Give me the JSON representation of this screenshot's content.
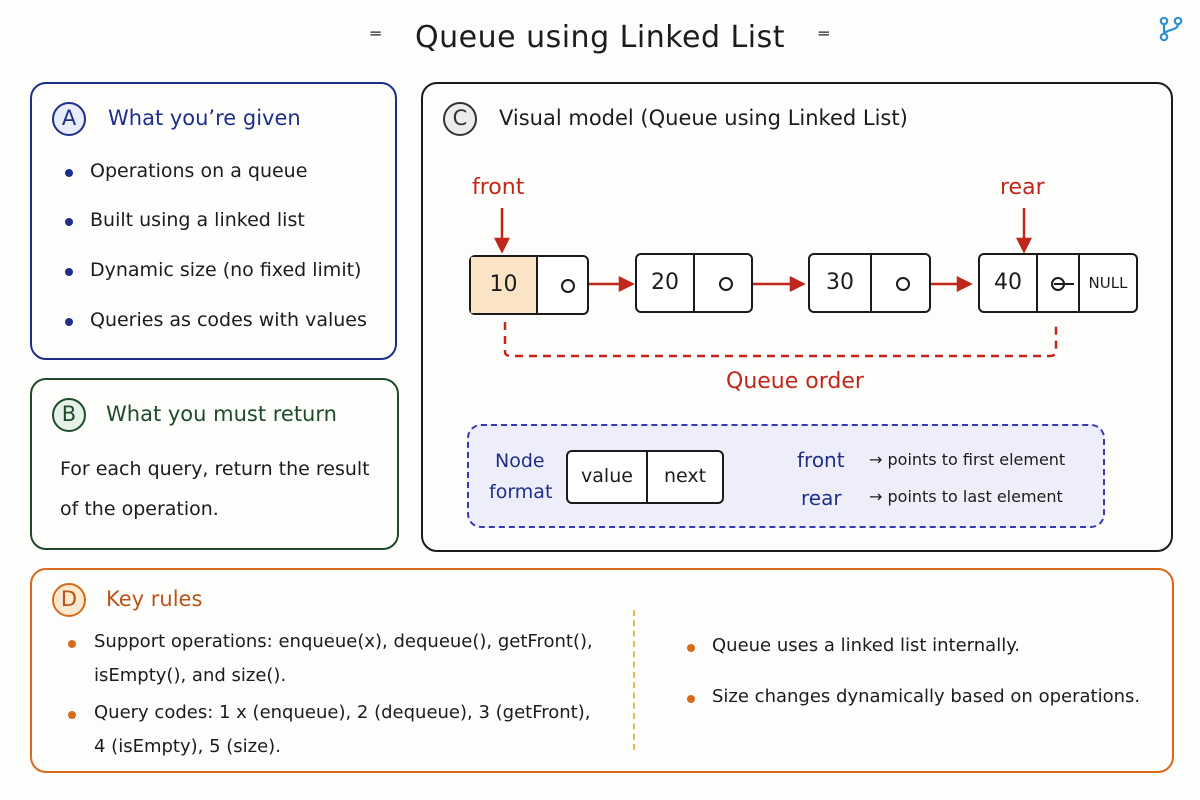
{
  "title": "Queue using Linked List",
  "colors": {
    "given": "#1e2f8a",
    "return": "#1e4a2a",
    "visual": "#1b1b1b",
    "rules": "#d86a1c",
    "accent_red": "#c0271b",
    "format_bg": "#eeeefb"
  },
  "icons": {
    "logo": "git-branch-icon"
  },
  "panel_a": {
    "badge": "A",
    "heading": "What you’re given",
    "items": [
      "Operations on a queue",
      "Built using a linked list",
      "Dynamic size (no fixed limit)",
      "Queries as codes with values"
    ]
  },
  "panel_b": {
    "badge": "B",
    "heading": "What you must return",
    "line1": "For each query, return the result",
    "line2": "of the operation."
  },
  "panel_c": {
    "badge": "C",
    "heading": "Visual model (Queue using Linked List)",
    "front_label": "front",
    "rear_label": "rear",
    "nodes": [
      "10",
      "20",
      "30",
      "40"
    ],
    "null_label": "NULL",
    "queue_order_label": "Queue order",
    "format": {
      "label_line1": "Node",
      "label_line2": "format",
      "cell_value": "value",
      "cell_next": "next",
      "front_key": "front",
      "front_desc": "→ points to first element",
      "rear_key": "rear",
      "rear_desc": "→ points to last element"
    }
  },
  "panel_d": {
    "badge": "D",
    "heading": "Key rules",
    "left_items": [
      {
        "line1": "Support operations: enqueue(x), dequeue(), getFront(),",
        "line2": "isEmpty(), and size()."
      },
      {
        "line1": "Query codes: 1 x (enqueue), 2 (dequeue), 3 (getFront),",
        "line2": "4 (isEmpty), 5 (size)."
      }
    ],
    "right_items": [
      "Queue uses a linked list internally.",
      "Size changes dynamically based on operations."
    ]
  }
}
